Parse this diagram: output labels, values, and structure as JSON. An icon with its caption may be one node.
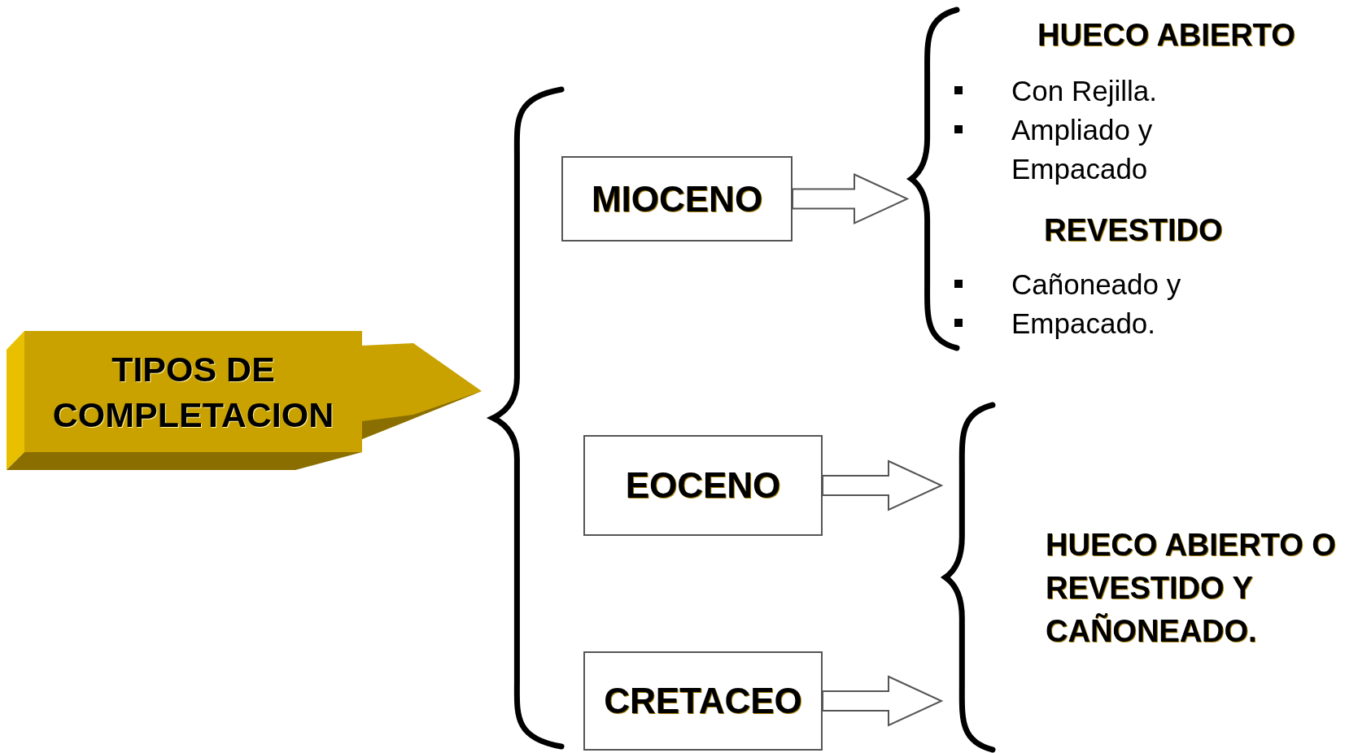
{
  "diagram": {
    "nodes": [
      {
        "text": [
          "TIPOS DE COMPLETACION"
        ]
      },
      {
        "text": [
          "MIOCENO"
        ]
      },
      {
        "text": [
          "EOCENO"
        ]
      },
      {
        "text": [
          "CRETACEO"
        ]
      },
      {
        "text": [
          "HUECO ABIERTO",
          "Con Rejilla.",
          "Ampliado y Empacado",
          "REVESTIDO",
          "Cañoneado y",
          "Empacado."
        ]
      },
      {
        "text": [
          "HUECO ABIERTO O REVESTIDO Y CAÑONEADO."
        ]
      }
    ],
    "edges": [
      {
        "from": 1,
        "to": 4,
        "arrow": "to"
      },
      {
        "from": 2,
        "to": 5,
        "arrow": "to"
      },
      {
        "from": 3,
        "to": 5,
        "arrow": "to"
      }
    ]
  }
}
